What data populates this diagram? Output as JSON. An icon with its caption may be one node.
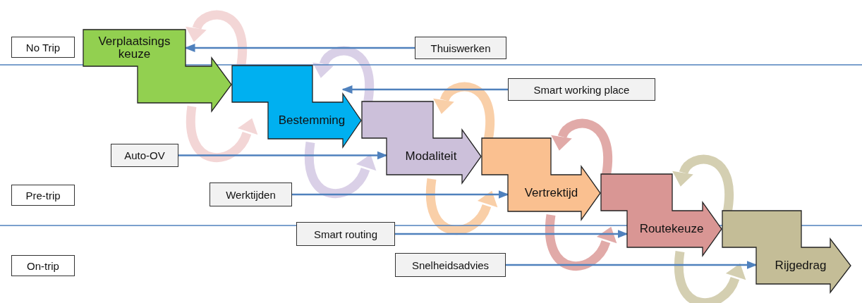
{
  "diagram": {
    "nodes": [
      {
        "text": [
          "No Trip"
        ]
      },
      {
        "text": [
          "Verplaatsings keuze"
        ]
      },
      {
        "text": [
          "Thuiswerken"
        ]
      },
      {
        "text": [
          "Bestemming"
        ]
      },
      {
        "text": [
          "Smart working place"
        ]
      },
      {
        "text": [
          "Auto-OV"
        ]
      },
      {
        "text": [
          "Modaliteit"
        ]
      },
      {
        "text": [
          "Pre-trip"
        ]
      },
      {
        "text": [
          "Werktijden"
        ]
      },
      {
        "text": [
          "Vertrektijd"
        ]
      },
      {
        "text": [
          "Smart routing"
        ]
      },
      {
        "text": [
          "Routekeuze"
        ]
      },
      {
        "text": [
          "On-trip"
        ]
      },
      {
        "text": [
          "Snelheidsadvies"
        ]
      },
      {
        "text": [
          "Rijgedrag"
        ]
      }
    ],
    "edges": [
      {
        "from": 2,
        "to": 1,
        "arrow": "to"
      },
      {
        "from": 4,
        "to": 3,
        "arrow": "to"
      },
      {
        "from": 5,
        "to": 6,
        "arrow": "to"
      },
      {
        "from": 8,
        "to": 9,
        "arrow": "to"
      },
      {
        "from": 10,
        "to": 11,
        "arrow": "to"
      },
      {
        "from": 13,
        "to": 14,
        "arrow": "to"
      }
    ]
  }
}
